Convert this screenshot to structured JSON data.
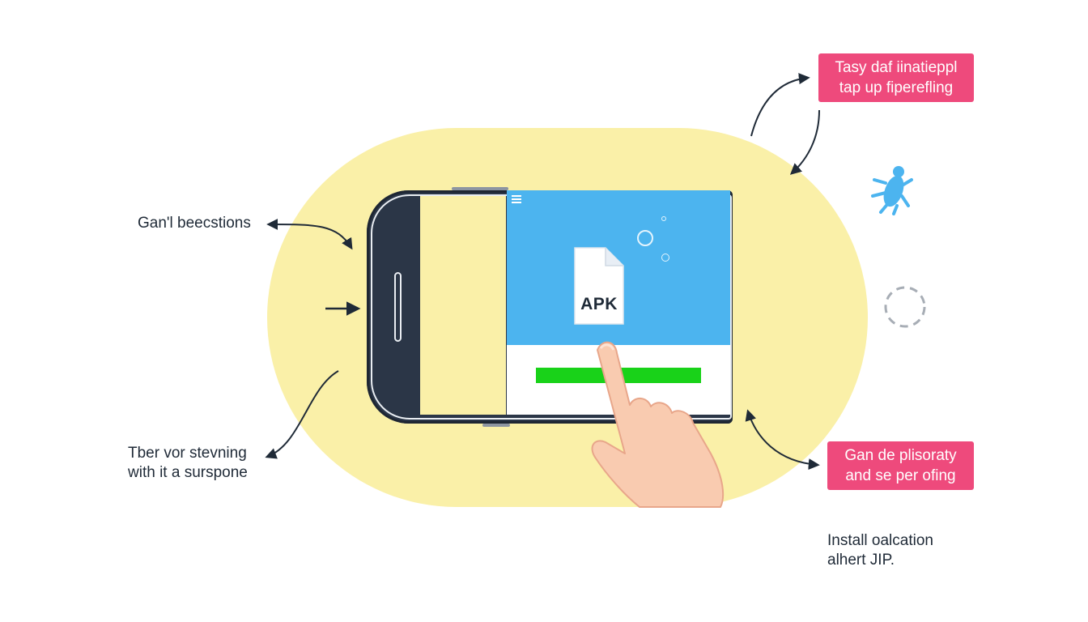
{
  "callouts": {
    "left_top": "Gan'l beecstions",
    "left_bottom": "Tber vor stevning\nwith it a surspone",
    "bottom_right": "Install oalcation\nalhert JIP."
  },
  "tags": {
    "top_right": "Tasy daf iinatieppl\ntap up fiperefling",
    "bottom_right": "Gan de plisoraty\nand se per ofing"
  },
  "phone": {
    "file_label": "APK",
    "install_progress": 1.0
  },
  "icons": [
    "menu-icon",
    "apk-file-icon",
    "bug-icon",
    "loading-ring-icon",
    "hand-pointer-icon"
  ],
  "colors": {
    "blob": "#faf0a8",
    "screen_blue": "#4cb4ef",
    "progress_green": "#19d219",
    "tag_pink": "#ee4a7c",
    "phone_body": "#2b3647",
    "bug": "#4cb4ef"
  }
}
